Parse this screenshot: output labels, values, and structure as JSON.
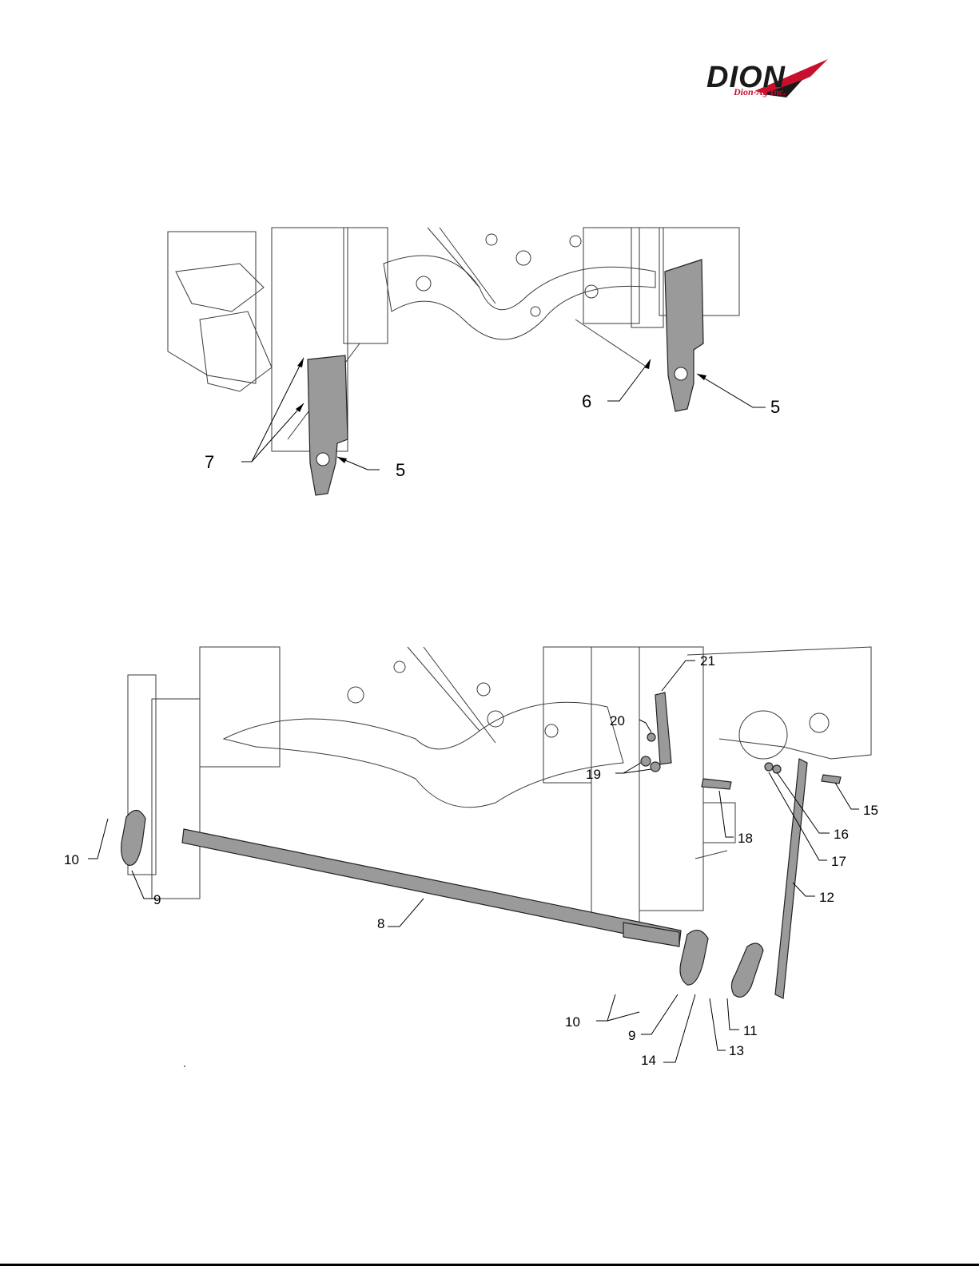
{
  "logo": {
    "brand": "DION",
    "tagline": "Dion-Ag Inc.",
    "colors": {
      "dark": "#1a1a1a",
      "accent": "#c8102e"
    }
  },
  "figure_top": {
    "callouts": [
      "7",
      "6",
      "5",
      "5"
    ]
  },
  "figure_bottom": {
    "callouts": [
      "21",
      "20",
      "19",
      "15",
      "16",
      "18",
      "17",
      "12",
      "10",
      "9",
      "8",
      "10",
      "9",
      "11",
      "13",
      "14"
    ]
  }
}
